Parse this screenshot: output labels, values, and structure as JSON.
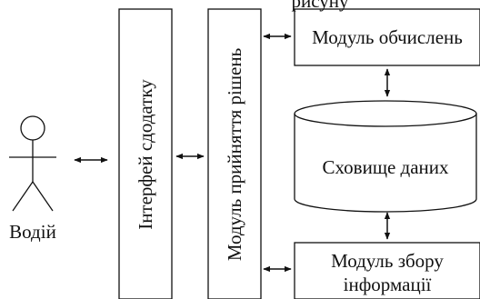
{
  "top_caption_fragment": "рисуну",
  "actor": {
    "label": "Водій"
  },
  "interface_box": {
    "label": "Інтерфей сдодатку"
  },
  "decision_module": {
    "label": "Модуль прийняття рішень"
  },
  "compute_module": {
    "label": "Модуль обчислень"
  },
  "data_store": {
    "label": "Сховище даних"
  },
  "collect_module": {
    "line1": "Модуль збору",
    "line2": "інформації"
  },
  "colors": {
    "stroke": "#111111",
    "background": "#ffffff"
  }
}
